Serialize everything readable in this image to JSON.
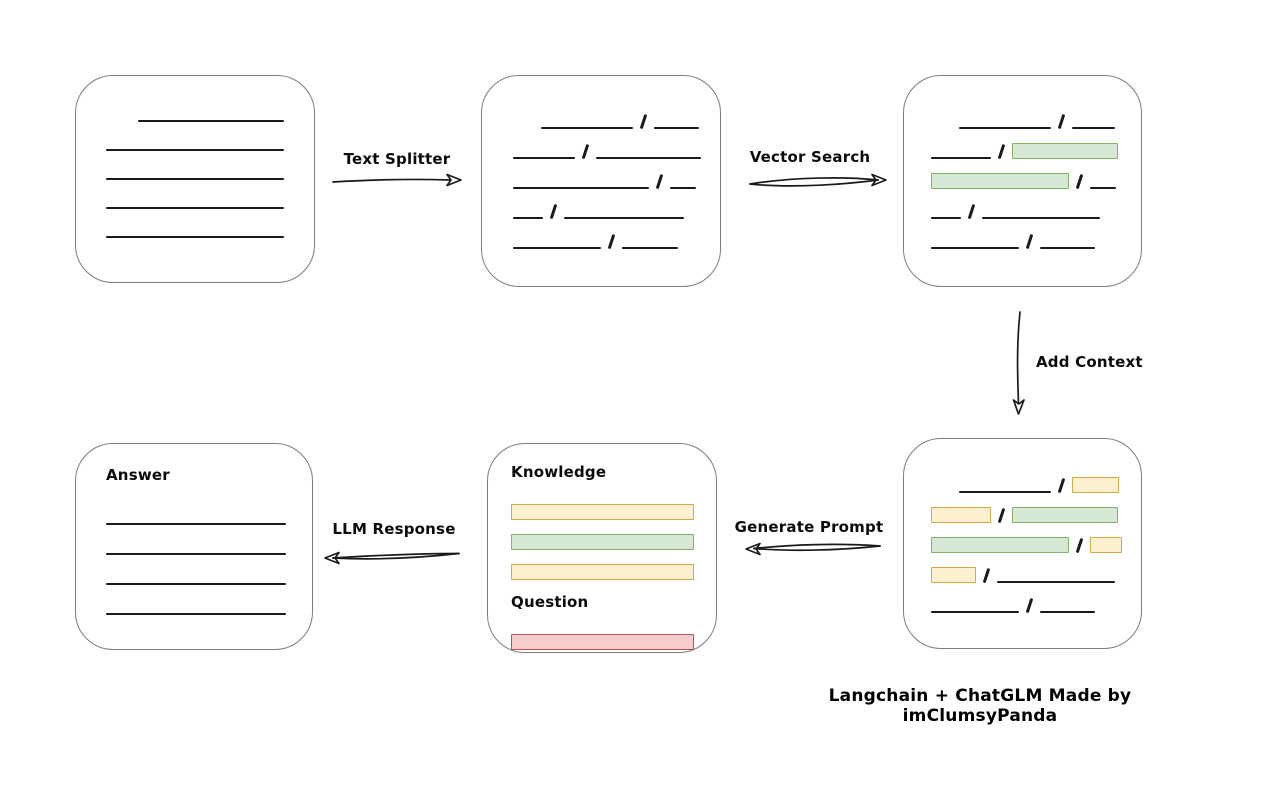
{
  "caption": "Langchain + ChatGLM Made by imClumsyPanda",
  "colors": {
    "ink": "#1a1a1a",
    "box_stroke": "#7d7d7d",
    "green_fill": "#d5e8d4",
    "green_stroke": "#82b366",
    "yellow_fill": "#fdf0ce",
    "yellow_stroke": "#d2a94f",
    "red_fill": "#f8cecc",
    "red_stroke": "#b85450"
  },
  "arrows": {
    "text_splitter": {
      "label": "Text Splitter",
      "direction": "right"
    },
    "vector_search": {
      "label": "Vector Search",
      "direction": "right"
    },
    "add_context": {
      "label": "Add Context",
      "direction": "down"
    },
    "generate_prompt": {
      "label": "Generate Prompt",
      "direction": "left"
    },
    "llm_response": {
      "label": "LLM Response",
      "direction": "left"
    }
  },
  "nodes": {
    "document": {
      "rows": [
        {
          "indent": 32,
          "segs": [
            {
              "t": "line",
              "w": 148
            }
          ]
        },
        {
          "segs": [
            {
              "t": "line",
              "w": 180
            }
          ]
        },
        {
          "segs": [
            {
              "t": "line",
              "w": 180
            }
          ]
        },
        {
          "segs": [
            {
              "t": "line",
              "w": 180
            }
          ]
        },
        {
          "segs": [
            {
              "t": "line",
              "w": 180
            }
          ]
        }
      ]
    },
    "chunks": {
      "rows": [
        {
          "indent": 28,
          "segs": [
            {
              "t": "line",
              "w": 92
            },
            {
              "t": "line",
              "w": 45
            }
          ]
        },
        {
          "segs": [
            {
              "t": "line",
              "w": 62
            },
            {
              "t": "line",
              "w": 105
            }
          ]
        },
        {
          "segs": [
            {
              "t": "line",
              "w": 136
            },
            {
              "t": "line",
              "w": 26
            }
          ]
        },
        {
          "segs": [
            {
              "t": "line",
              "w": 30
            },
            {
              "t": "line",
              "w": 120
            }
          ]
        },
        {
          "segs": [
            {
              "t": "line",
              "w": 88
            },
            {
              "t": "line",
              "w": 56
            }
          ]
        }
      ]
    },
    "retrieved": {
      "rows": [
        {
          "indent": 28,
          "segs": [
            {
              "t": "line",
              "w": 92
            },
            {
              "t": "line",
              "w": 43
            }
          ]
        },
        {
          "segs": [
            {
              "t": "line",
              "w": 60
            },
            {
              "t": "green",
              "w": 106
            }
          ]
        },
        {
          "segs": [
            {
              "t": "green",
              "w": 138
            },
            {
              "t": "line",
              "w": 26
            }
          ]
        },
        {
          "segs": [
            {
              "t": "line",
              "w": 30
            },
            {
              "t": "line",
              "w": 118
            }
          ]
        },
        {
          "segs": [
            {
              "t": "line",
              "w": 88
            },
            {
              "t": "line",
              "w": 55
            }
          ]
        }
      ]
    },
    "context": {
      "rows": [
        {
          "indent": 28,
          "segs": [
            {
              "t": "line",
              "w": 92
            },
            {
              "t": "yellow",
              "w": 47
            }
          ]
        },
        {
          "segs": [
            {
              "t": "yellow",
              "w": 60
            },
            {
              "t": "green",
              "w": 106
            }
          ]
        },
        {
          "segs": [
            {
              "t": "green",
              "w": 138
            },
            {
              "t": "yellow",
              "w": 32
            }
          ]
        },
        {
          "segs": [
            {
              "t": "yellow",
              "w": 45
            },
            {
              "t": "line",
              "w": 118
            }
          ]
        },
        {
          "segs": [
            {
              "t": "line",
              "w": 88
            },
            {
              "t": "line",
              "w": 55
            }
          ]
        }
      ]
    },
    "prompt": {
      "knowledge_label": "Knowledge",
      "question_label": "Question",
      "knowledge_rows": [
        {
          "segs": [
            {
              "t": "yellow",
              "w": 183
            }
          ]
        },
        {
          "segs": [
            {
              "t": "green",
              "w": 183
            }
          ]
        },
        {
          "segs": [
            {
              "t": "yellow",
              "w": 183
            }
          ]
        }
      ],
      "question_rows": [
        {
          "segs": [
            {
              "t": "red",
              "w": 183
            }
          ]
        }
      ]
    },
    "answer": {
      "label": "Answer",
      "rows": [
        {
          "segs": [
            {
              "t": "line",
              "w": 180
            }
          ]
        },
        {
          "segs": [
            {
              "t": "line",
              "w": 180
            }
          ]
        },
        {
          "segs": [
            {
              "t": "line",
              "w": 180
            }
          ]
        },
        {
          "segs": [
            {
              "t": "line",
              "w": 180
            }
          ]
        }
      ]
    }
  }
}
